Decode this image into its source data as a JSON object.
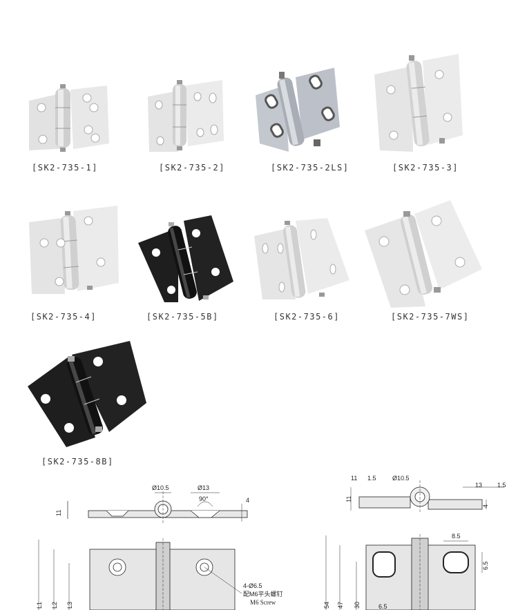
{
  "products": [
    {
      "code": "[SK2-735-1]",
      "finish": "silver"
    },
    {
      "code": "[SK2-735-2]",
      "finish": "silver"
    },
    {
      "code": "[SK2-735-2LS]",
      "finish": "chrome"
    },
    {
      "code": "[SK2-735-3]",
      "finish": "silver"
    },
    {
      "code": "[SK2-735-4]",
      "finish": "silver"
    },
    {
      "code": "[SK2-735-5B]",
      "finish": "black"
    },
    {
      "code": "[SK2-735-6]",
      "finish": "silver"
    },
    {
      "code": "[SK2-735-7WS]",
      "finish": "silver"
    },
    {
      "code": "[SK2-735-8B]",
      "finish": "black"
    }
  ],
  "drawing_left": {
    "pin_dia": "Ø10.5",
    "hole_dia": "Ø13",
    "angle": "90°",
    "height": "11",
    "thickness": "4",
    "holes_note": "4-Ø6.5",
    "screw_cn": "配M6平头螺钉",
    "screw_en": "M6 Screw",
    "dims": [
      "L1",
      "L2",
      "L3"
    ]
  },
  "drawing_right": {
    "dim_11a": "11",
    "dim_15a": "1.5",
    "pin_dia": "Ø10.5",
    "dim_13": "13",
    "dim_15b": "1.5",
    "height": "11",
    "thickness": "4",
    "slot_w": "8.5",
    "slot_h": "6.5",
    "dims": [
      "54",
      "47",
      "30"
    ],
    "bottom": "6.5"
  },
  "colors": {
    "silver": "#d9d9d9",
    "chrome": "#b8bcc4",
    "black": "#1c1c1c"
  }
}
